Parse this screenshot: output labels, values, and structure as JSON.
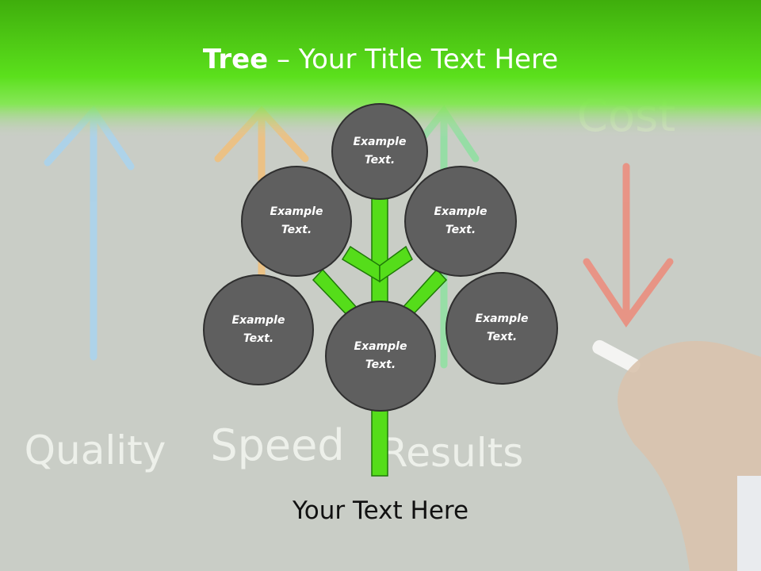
{
  "title": {
    "bold": "Tree",
    "separator": " – ",
    "rest": "Your Title Text Here"
  },
  "background_words": [
    "Quality",
    "Speed",
    "Results",
    "Cost"
  ],
  "nodes": [
    "Example Text.",
    "Example Text.",
    "Example Text.",
    "Example Text.",
    "Example Text.",
    "Example Text."
  ],
  "footer": "Your Text Here",
  "colors": {
    "banner": "#4ed30e",
    "trunk": "#55dd1a",
    "node_fill": "#5f5f5f",
    "node_border": "#2f2f2f",
    "board": "#c9cdc6"
  }
}
